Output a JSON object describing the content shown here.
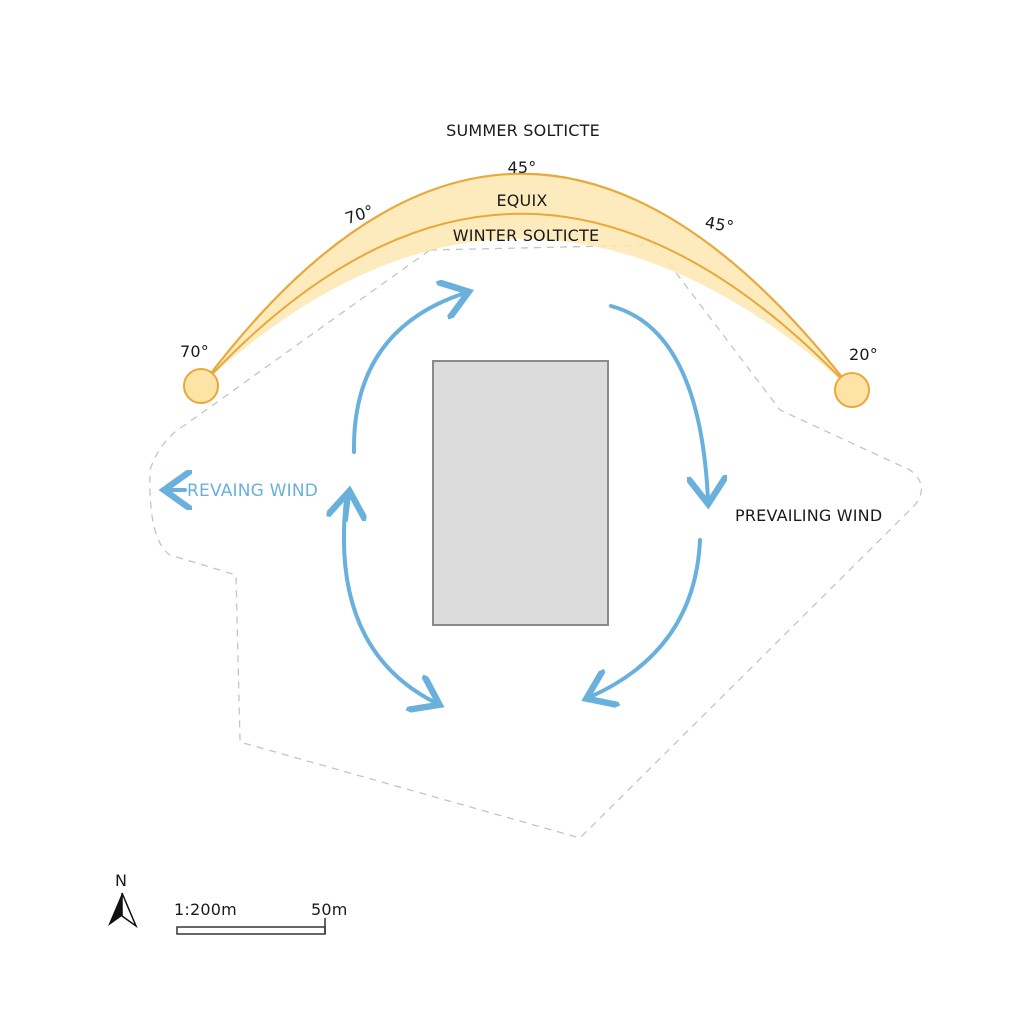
{
  "sun_path": {
    "summer_label": "SUMMER SOLTICTE",
    "equinox_label": "EQUIX",
    "winter_label": "WINTER SOLTICTE",
    "angle_top": "45°",
    "angle_left_arc": "70°",
    "angle_right_arc": "45°",
    "angle_left_sun": "70°",
    "angle_right_sun": "20°"
  },
  "wind": {
    "left_label": "REVAING WIND",
    "right_label": "PREVAILING WIND"
  },
  "legend": {
    "north_label": "N",
    "scale_ratio": "1:200m",
    "scale_length": "50m"
  },
  "colors": {
    "sun_stroke": "#e8a93a",
    "sun_fill": "#fde3a6",
    "wind_arrow": "#6ab0dd",
    "building_fill": "#dcdcdd",
    "building_stroke": "#8a8a8a",
    "site_boundary": "#bdbdbd"
  }
}
